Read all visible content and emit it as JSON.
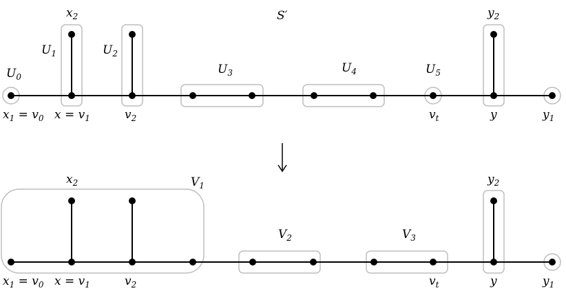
{
  "title": "S′",
  "top": {
    "groups": {
      "U0": {
        "main": "U",
        "sub": "0"
      },
      "U1": {
        "main": "U",
        "sub": "1"
      },
      "U2": {
        "main": "U",
        "sub": "2"
      },
      "U3": {
        "main": "U",
        "sub": "3"
      },
      "U4": {
        "main": "U",
        "sub": "4"
      },
      "U5": {
        "main": "U",
        "sub": "5"
      }
    },
    "vertices": {
      "x1": {
        "main": "x",
        "sub": "1",
        "rest": " = v",
        "rest_sub": "0"
      },
      "x": {
        "main": "x = v",
        "sub": "1"
      },
      "x2": {
        "main": "x",
        "sub": "2"
      },
      "v2": {
        "main": "v",
        "sub": "2"
      },
      "vt": {
        "main": "v",
        "sub": "t"
      },
      "y": {
        "main": "y"
      },
      "y2": {
        "main": "y",
        "sub": "2"
      },
      "y1": {
        "main": "y",
        "sub": "1"
      }
    }
  },
  "bottom": {
    "groups": {
      "V1": {
        "main": "V",
        "sub": "1"
      },
      "V2": {
        "main": "V",
        "sub": "2"
      },
      "V3": {
        "main": "V",
        "sub": "3"
      }
    },
    "vertices": {
      "x1": {
        "main": "x",
        "sub": "1",
        "rest": " = v",
        "rest_sub": "0"
      },
      "x": {
        "main": "x = v",
        "sub": "1"
      },
      "x2": {
        "main": "x",
        "sub": "2"
      },
      "v2": {
        "main": "v",
        "sub": "2"
      },
      "vt": {
        "main": "v",
        "sub": "t"
      },
      "y": {
        "main": "y"
      },
      "y2": {
        "main": "y",
        "sub": "2"
      },
      "y1": {
        "main": "y",
        "sub": "1"
      }
    }
  },
  "arrow_glyph": "↓"
}
